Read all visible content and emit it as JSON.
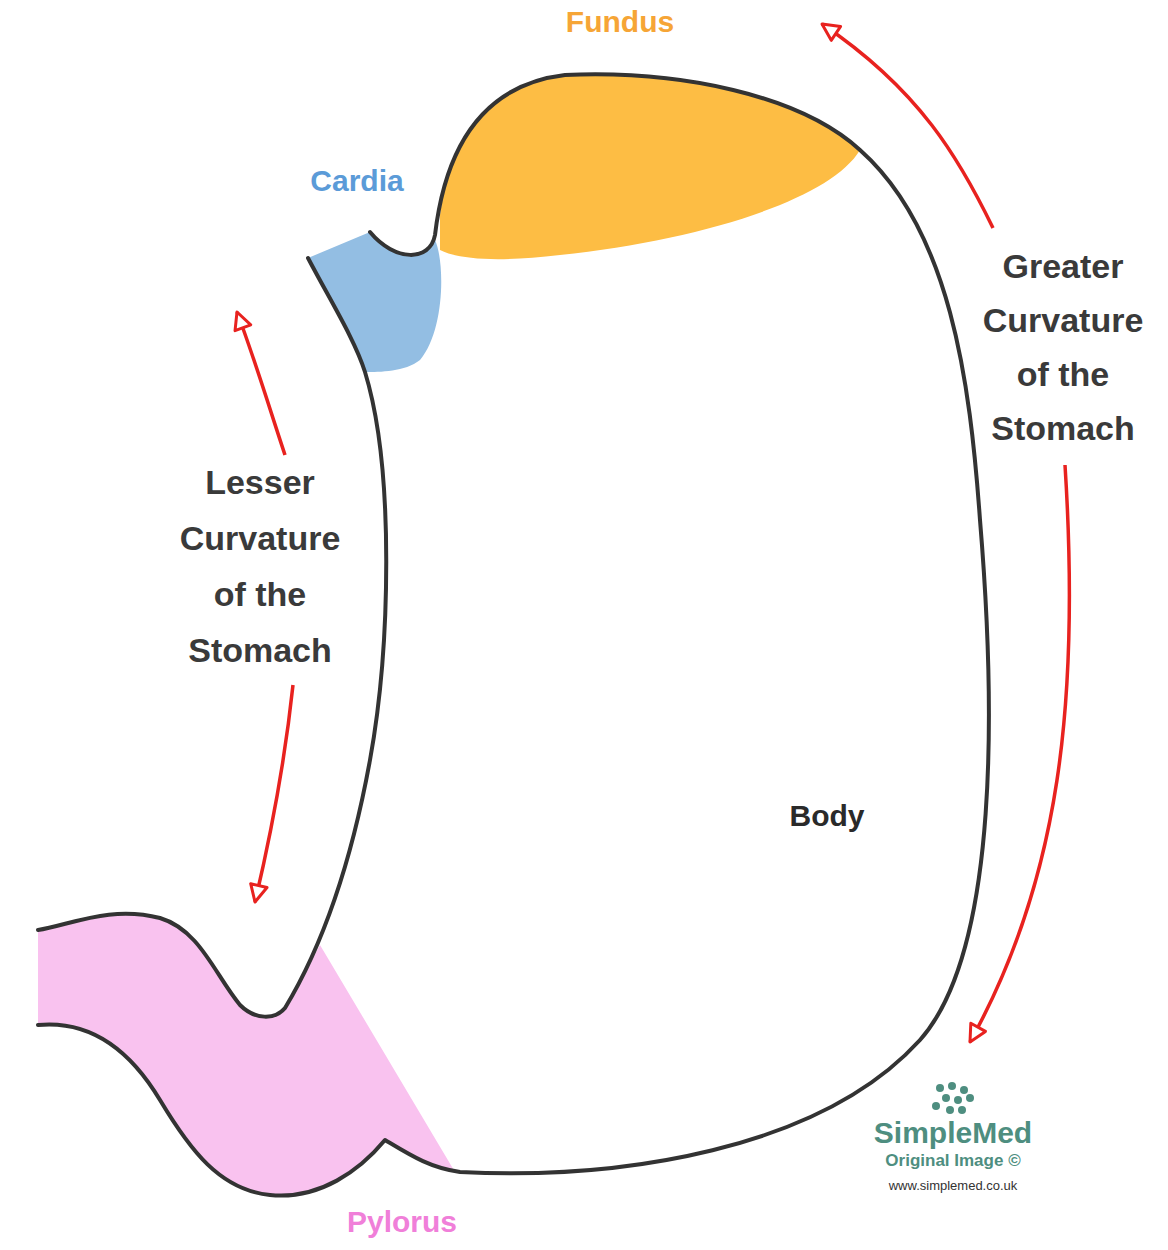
{
  "diagram": {
    "labels": [
      "Fundus",
      "Cardia",
      "Greater Curvature of the Stomach",
      "Lesser Curvature of the Stomach",
      "Body",
      "Pylorus",
      "SimpleMed",
      "Original Image ©",
      "www.simplemed.co.uk"
    ]
  }
}
